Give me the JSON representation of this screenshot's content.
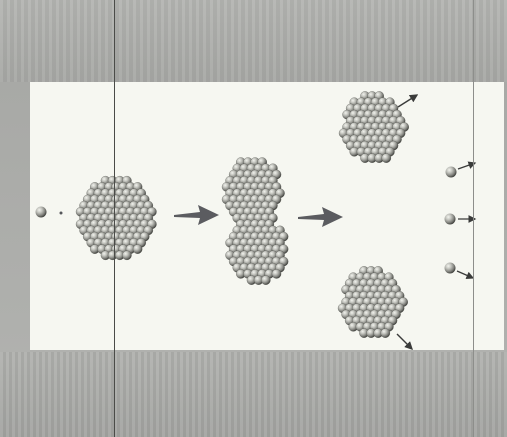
{
  "figure": {
    "kind": "nuclear-fission-illustration",
    "stages": [
      "incoming-neutron",
      "target-nucleus",
      "deformed-nucleus",
      "fission-fragments",
      "released-neutrons"
    ],
    "colors": {
      "panel": "#f6f7f1",
      "border_scan": "#aeafac",
      "particle_light": "#e4e5df",
      "particle_mid": "#9a9b96",
      "particle_dark": "#3c3d3a",
      "arrow": "#55565a"
    },
    "released_neutron_count": 3,
    "fragment_count": 2
  }
}
